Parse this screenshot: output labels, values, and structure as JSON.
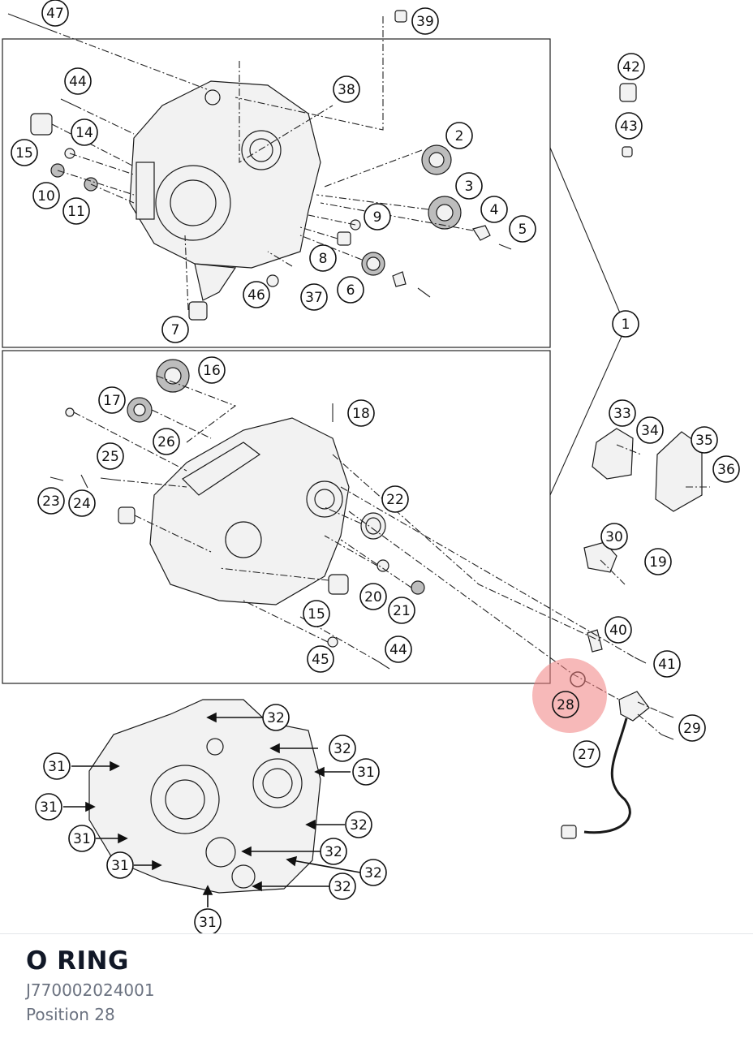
{
  "diagram": {
    "highlight": {
      "number": "28",
      "color": "#f08080"
    },
    "callouts": [
      "47",
      "39",
      "38",
      "44",
      "14",
      "15",
      "10",
      "11",
      "2",
      "3",
      "4",
      "5",
      "9",
      "8",
      "6",
      "46",
      "37",
      "7",
      "42",
      "43",
      "1",
      "16",
      "17",
      "18",
      "26",
      "25",
      "23",
      "24",
      "22",
      "20",
      "21",
      "15b",
      "45",
      "44b",
      "40",
      "41",
      "33",
      "34",
      "35",
      "36",
      "30",
      "19",
      "29",
      "27",
      "32",
      "31"
    ]
  },
  "part": {
    "name": "O RING",
    "number": "J770002024001",
    "position": "Position 28"
  }
}
